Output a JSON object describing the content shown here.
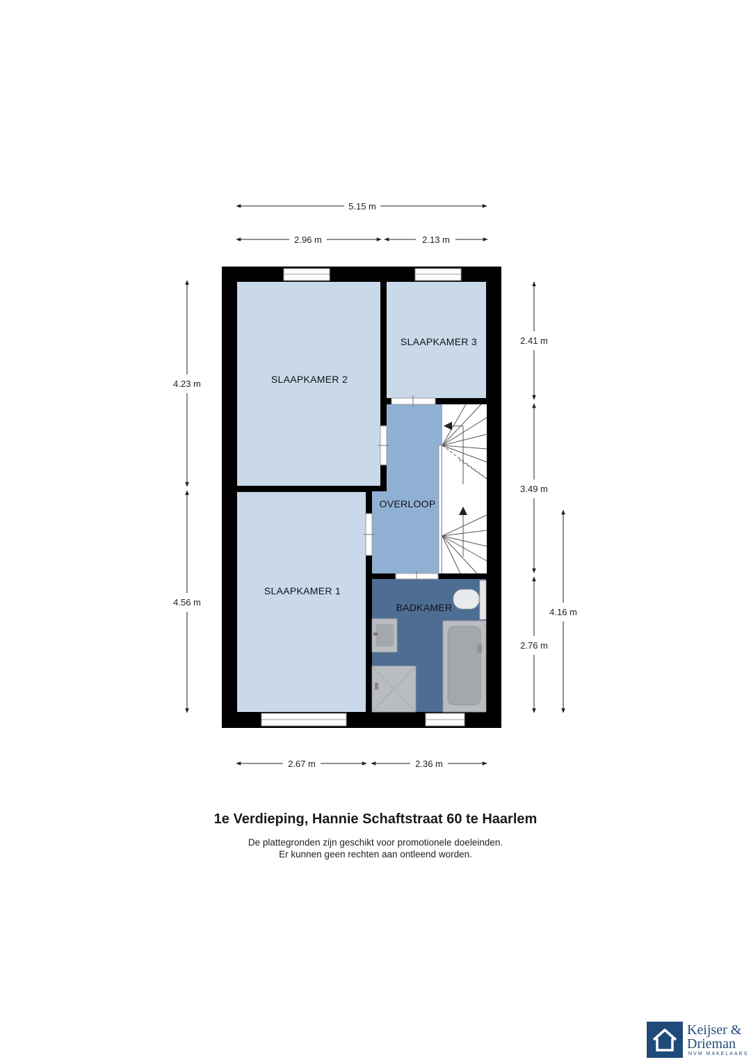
{
  "dimensions": {
    "top_total": "5.15 m",
    "top_left": "2.96 m",
    "top_right": "2.13 m",
    "bottom_left": "2.67 m",
    "bottom_right": "2.36 m",
    "left_upper": "4.23 m",
    "left_lower": "4.56 m",
    "right_upper": "2.41 m",
    "right_middle": "3.49 m",
    "right_lower": "2.76 m",
    "right_outer": "4.16 m"
  },
  "rooms": {
    "slaapkamer_2": "SLAAPKAMER 2",
    "slaapkamer_3": "SLAAPKAMER 3",
    "slaapkamer_1": "SLAAPKAMER 1",
    "overloop": "OVERLOOP",
    "badkamer": "BADKAMER"
  },
  "colors": {
    "bedroom": "#c9d9ea",
    "landing": "#8fb0d3",
    "bathroom": "#4d6d93",
    "wall": "#000000",
    "fixture": "#b9bcc0",
    "brand": "#1f4a7a"
  },
  "title": "1e Verdieping, Hannie Schaftstraat 60 te Haarlem",
  "disclaimer": {
    "line1": "De plattegronden zijn geschikt voor promotionele doeleinden.",
    "line2": "Er kunnen geen rechten aan ontleend worden."
  },
  "logo": {
    "line1": "Keijser &",
    "line2": "Drieman",
    "sub": "NVM MAKELAARS",
    "icon": "house-icon"
  }
}
